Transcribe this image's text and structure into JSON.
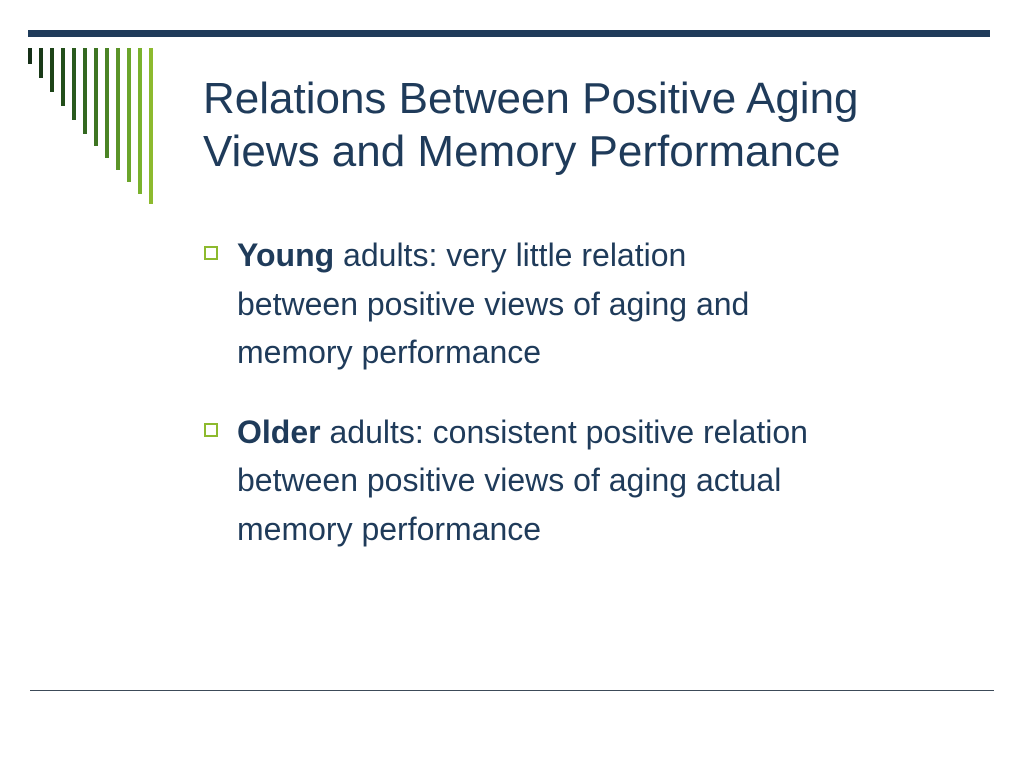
{
  "slide": {
    "title_lines": [
      "Relations Between Positive Aging",
      "Views and Memory Performance"
    ],
    "bullets": [
      {
        "bold": "Young",
        "first_rest": " adults:  very little relation",
        "lines": [
          "between positive views of aging and",
          "memory performance"
        ]
      },
      {
        "bold": "Older",
        "first_rest": " adults: consistent positive relation",
        "lines": [
          "between positive views of aging actual",
          "memory performance"
        ]
      }
    ]
  },
  "colors": {
    "text": "#1f3b5a",
    "accent": "#8dba2e",
    "dark_green": "#1e3a14"
  },
  "icons": {
    "bullet": "hollow-square",
    "decoration": "gradient-stripes"
  }
}
